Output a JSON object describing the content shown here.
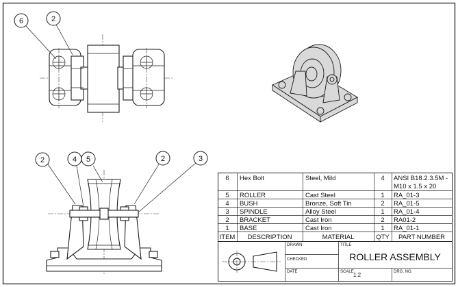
{
  "balloons": {
    "top_view": [
      "6",
      "2"
    ],
    "front_view": [
      "2",
      "4",
      "5",
      "2",
      "3"
    ]
  },
  "bom": {
    "headers": [
      "ITEM",
      "DESCRIPTION",
      "MATERIAL",
      "QTY",
      "PART NUMBER"
    ],
    "rows": [
      {
        "item": "6",
        "description": "Hex Bolt",
        "material": "Steel, Mild",
        "qty": "4",
        "part_number": [
          "ANSI B18.2.3.5M -",
          "M10 x 1.5 x 20"
        ]
      },
      {
        "item": "5",
        "description": "ROLLER",
        "material": "Cast Steel",
        "qty": "1",
        "part_number": [
          "RA_01-3"
        ]
      },
      {
        "item": "4",
        "description": "BUSH",
        "material": "Bronze, Soft Tin",
        "qty": "2",
        "part_number": [
          "RA_01-5"
        ]
      },
      {
        "item": "3",
        "description": "SPINDLE",
        "material": "Alloy Steel",
        "qty": "1",
        "part_number": [
          "RA_01-4"
        ]
      },
      {
        "item": "2",
        "description": "BRACKET",
        "material": "Cast Iron",
        "qty": "2",
        "part_number": [
          "RA01-2"
        ]
      },
      {
        "item": "1",
        "description": "BASE",
        "material": "Cast Iron",
        "qty": "1",
        "part_number": [
          "RA_01-1"
        ]
      }
    ]
  },
  "title_block": {
    "drawn_label": "DRAWN",
    "checked_label": "CHECKED",
    "date_label": "DATE",
    "title_label": "TITLE",
    "title": "ROLLER ASSEMBLY",
    "scale_label": "SCALE",
    "scale": "1:2",
    "dwg_no_label": "DRG. NO."
  }
}
